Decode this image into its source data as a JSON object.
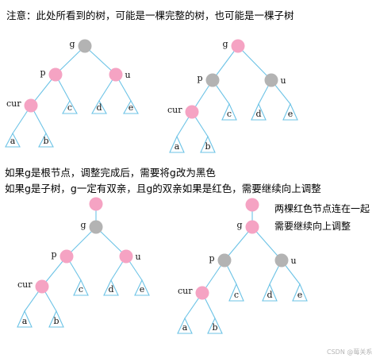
{
  "texts": {
    "note": "注意：此处所看到的树，可能是一棵完整的树，也可能是一棵子树",
    "case_root": "如果g是根节点，调整完成后，需要将g改为黑色",
    "case_subtree": "如果g是子树，g一定有双亲，且g的双亲如果是红色，需要继续向上调整",
    "side_note_1": "两棵红色节点连在一起",
    "side_note_2": "需要继续向上调整",
    "watermark": "CSDN @莓关系"
  },
  "colors": {
    "red_node": "#f5a3c3",
    "black_node": "#b3b3b3",
    "edge": "#6cc3e6",
    "background": "#ffffff"
  },
  "labels": {
    "g": "g",
    "p": "p",
    "u": "u",
    "cur": "cur",
    "a": "a",
    "b": "b",
    "c": "c",
    "d": "d",
    "e": "e"
  },
  "diagrams": [
    {
      "id": "top-left-before",
      "nodes": {
        "parent": null,
        "g": "black",
        "p": "red",
        "u": "red",
        "cur": "red"
      }
    },
    {
      "id": "top-right-after",
      "nodes": {
        "parent": null,
        "g": "red",
        "p": "black",
        "u": "black",
        "cur": "red"
      }
    },
    {
      "id": "bottom-left-before",
      "nodes": {
        "parent": "red",
        "g": "black",
        "p": "red",
        "u": "red",
        "cur": "red"
      }
    },
    {
      "id": "bottom-right-after",
      "nodes": {
        "parent": "red",
        "g": "red",
        "p": "black",
        "u": "black",
        "cur": "red"
      }
    }
  ]
}
